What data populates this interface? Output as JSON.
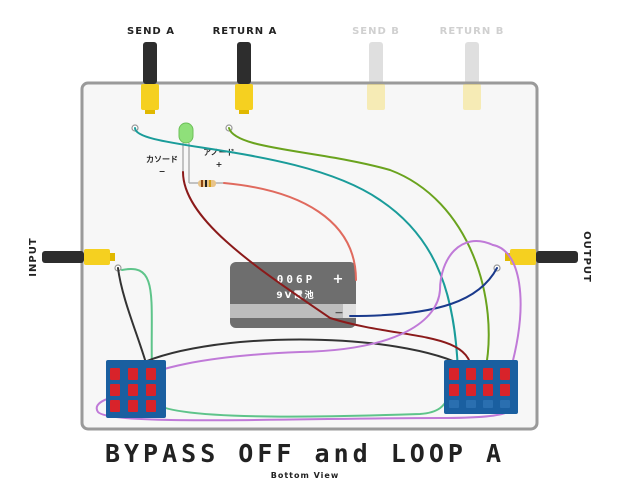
{
  "jacks": {
    "send_a": "SEND A",
    "return_a": "RETURN A",
    "send_b": "SEND B",
    "return_b": "RETURN B",
    "input": "INPUT",
    "output": "OUTPUT"
  },
  "led": {
    "cathode": "カソード",
    "cathode_sign": "−",
    "anode": "アノード",
    "anode_sign": "+"
  },
  "battery": {
    "model": "006P",
    "label": "9V電池",
    "plus": "+",
    "minus": "−"
  },
  "title": "BYPASS OFF and LOOP A",
  "subtitle": "Bottom View",
  "colors": {
    "jack_plug": "#f5d020",
    "enclosure": "#f7f7f7",
    "board": "#1a5fa0",
    "pad": "#d8232a",
    "wire_teal": "#1a9c9a",
    "wire_green": "#6aa31e",
    "wire_darkred": "#8b1a1a",
    "wire_salmon": "#e06a5e",
    "wire_navy": "#1a3a8c",
    "wire_purple": "#c07ad8",
    "wire_mint": "#5ec48a",
    "wire_black": "#333333"
  }
}
